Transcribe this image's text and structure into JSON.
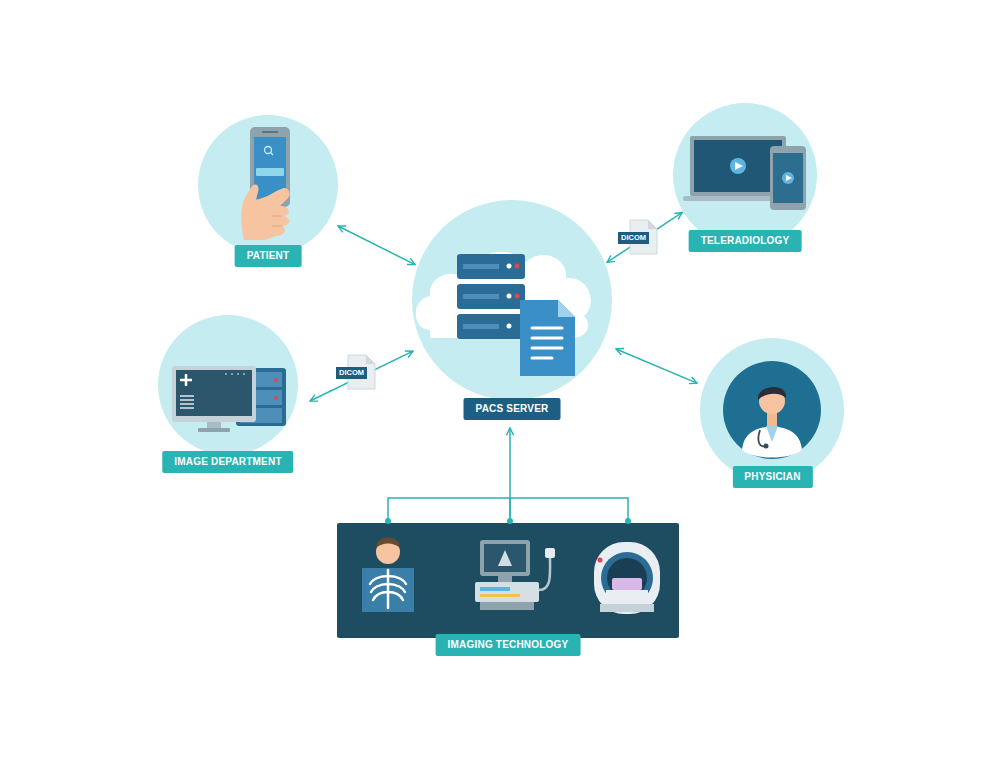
{
  "diagram": {
    "nodes": [
      {
        "text": [
          "PATIENT"
        ]
      },
      {
        "text": [
          "TELERADIOLOGY"
        ]
      },
      {
        "text": [
          "PACS SERVER"
        ]
      },
      {
        "text": [
          "IMAGE DEPARTMENT"
        ]
      },
      {
        "text": [
          "PHYSICIAN"
        ]
      },
      {
        "text": [
          "IMAGING TECHNOLOGY"
        ]
      }
    ],
    "edges": [
      {
        "from": 0,
        "to": 2,
        "arrow": "both"
      },
      {
        "from": 1,
        "to": 2,
        "label": "DICOM",
        "arrow": "both"
      },
      {
        "from": 3,
        "to": 2,
        "label": "DICOM",
        "arrow": "both"
      },
      {
        "from": 4,
        "to": 2,
        "arrow": "both"
      },
      {
        "from": 5,
        "to": 2,
        "arrow": "to"
      }
    ]
  }
}
